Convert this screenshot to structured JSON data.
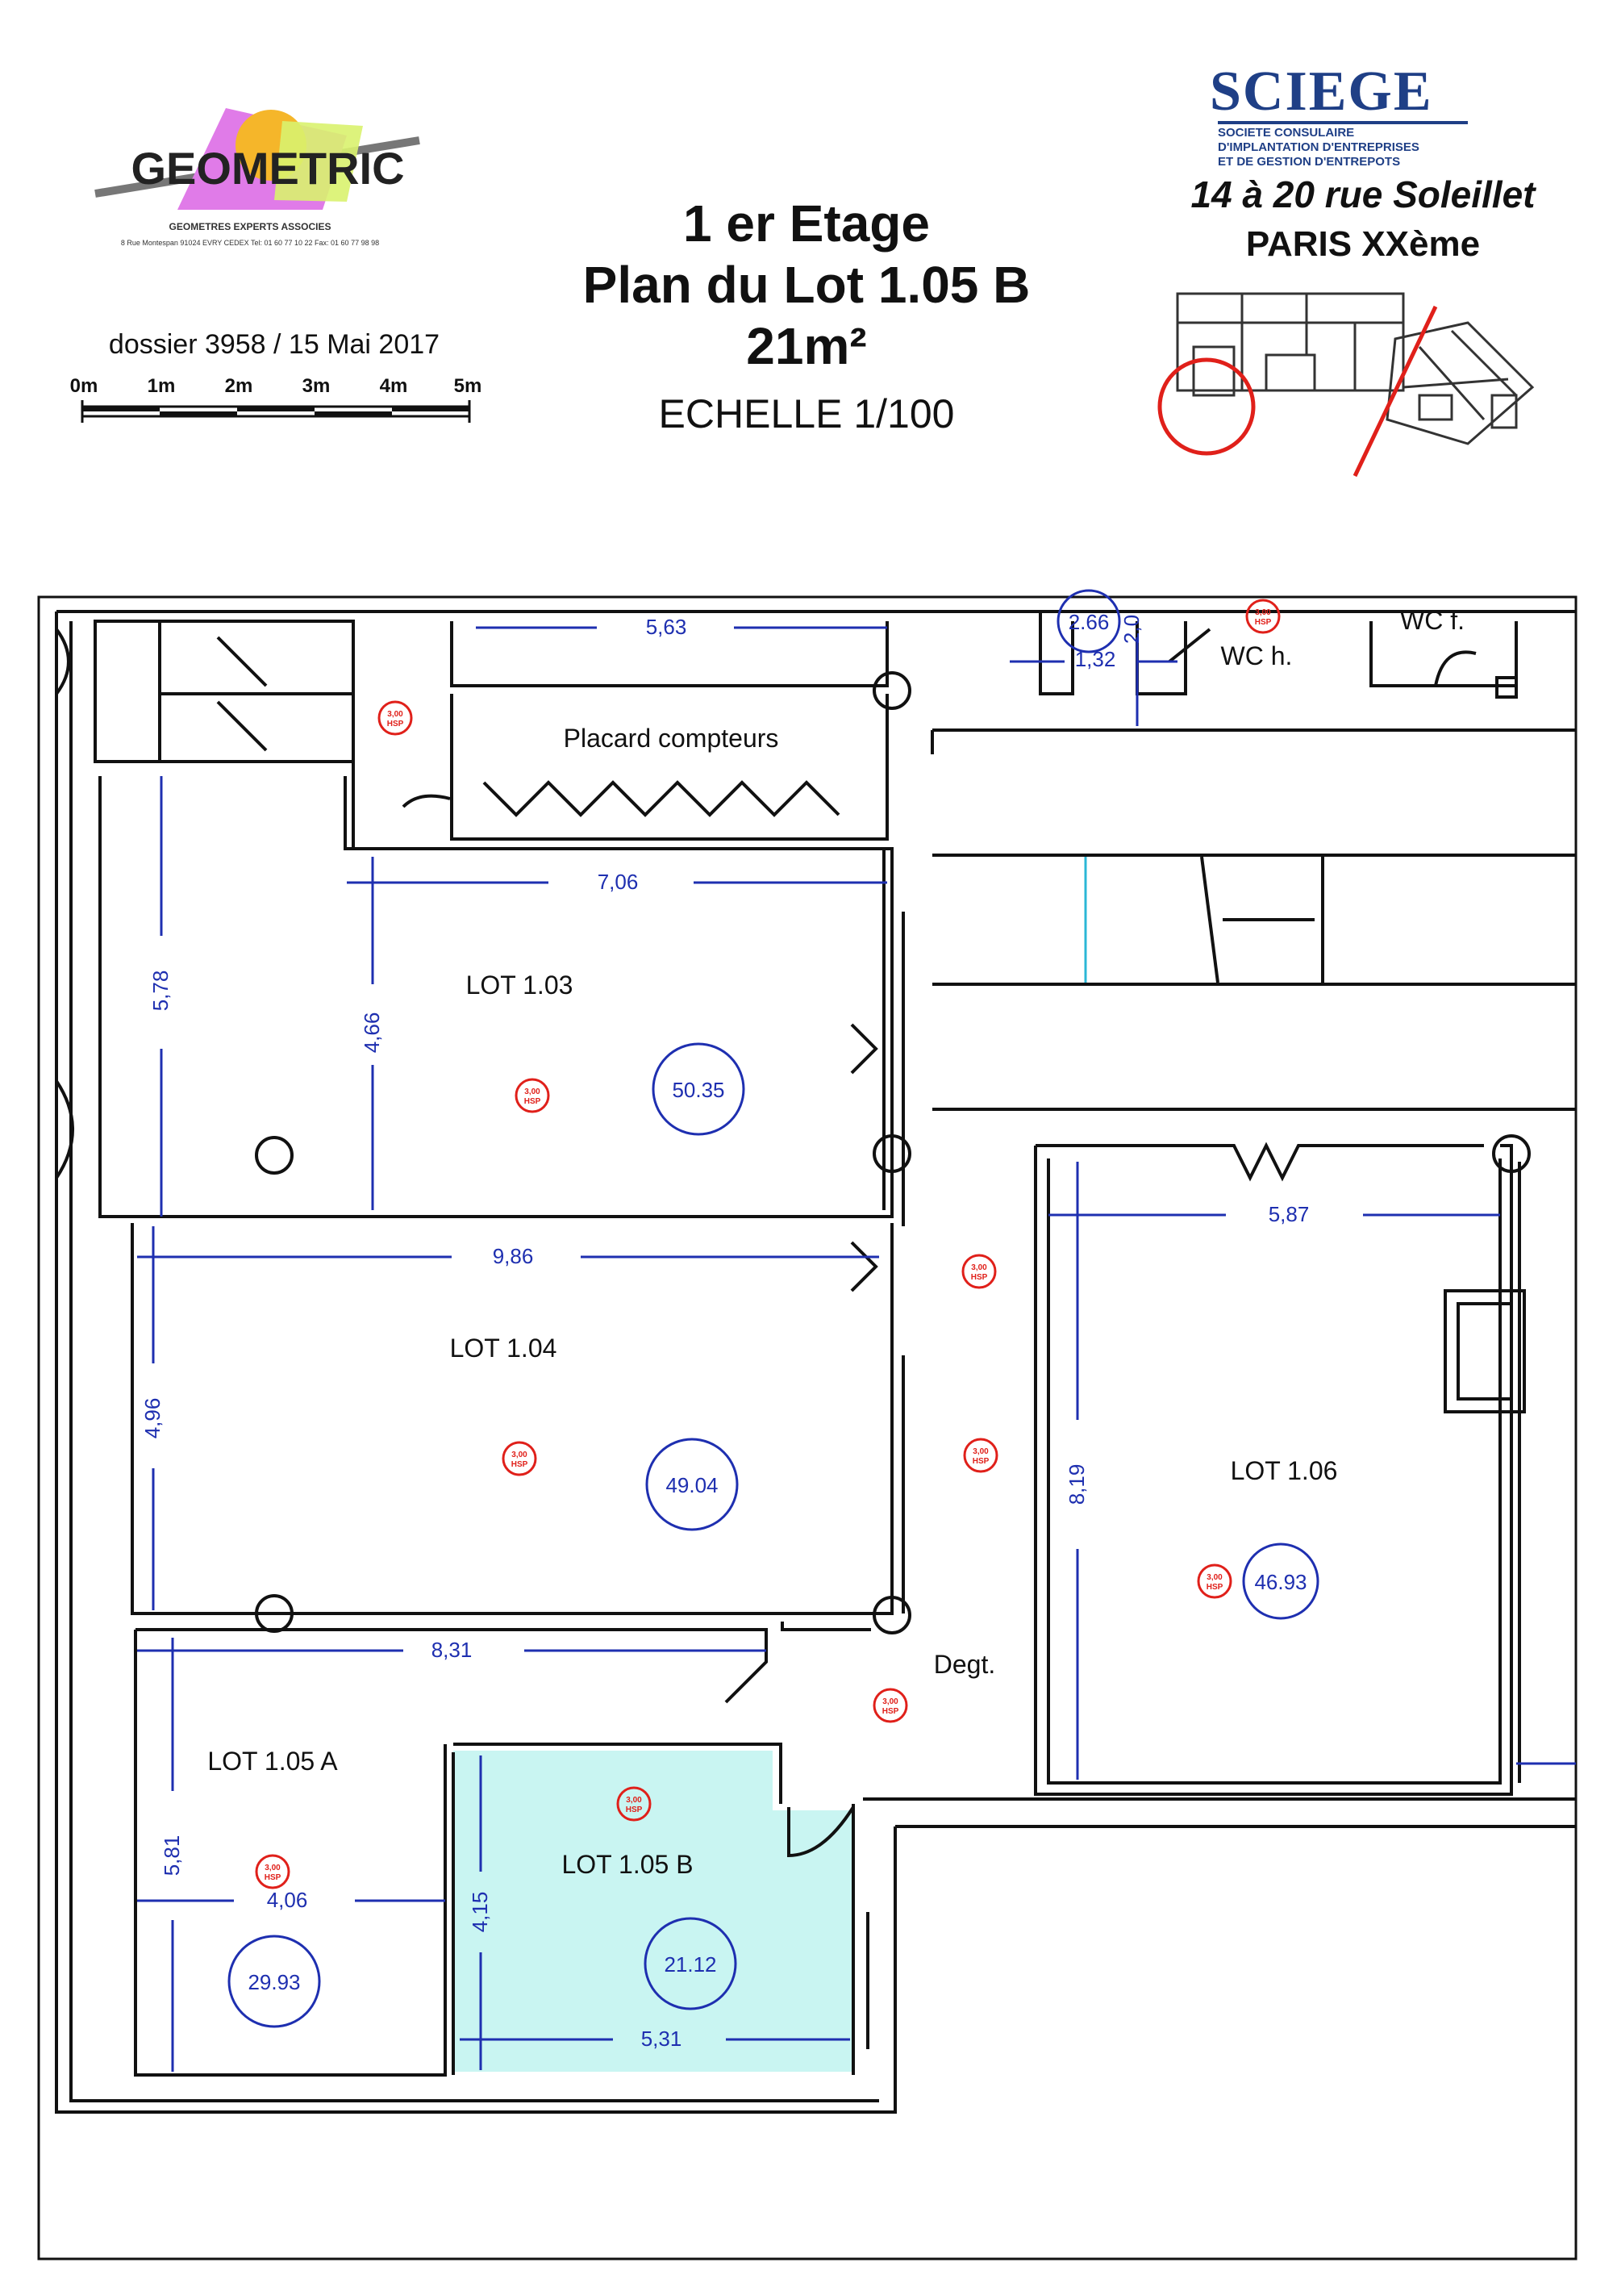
{
  "logo": {
    "name": "GEOMETRIC",
    "subtitle": "GEOMETRES EXPERTS ASSOCIES",
    "address": "8 Rue Montespan 91024 EVRY CEDEX  Tel: 01 60 77 10 22  Fax: 01 60 77 98 98"
  },
  "dossier": "dossier 3958 / 15 Mai 2017",
  "scale_bar": [
    "0m",
    "1m",
    "2m",
    "3m",
    "4m",
    "5m"
  ],
  "title": {
    "line1": "1 er Etage",
    "line2": "Plan du Lot 1.05 B",
    "line3": "21m²",
    "scale": "ECHELLE 1/100"
  },
  "client": {
    "name": "SCIEGE",
    "sub1": "SOCIETE CONSULAIRE",
    "sub2": "D'IMPLANTATION D'ENTREPRISES",
    "sub3": "ET DE GESTION D'ENTREPOTS",
    "address1": "14 à 20  rue Soleillet",
    "address2": "PARIS XXème"
  },
  "colors": {
    "dimension": "#1e2fb0",
    "height_marker": "#e0201a",
    "highlight_fill": "#c9f5f2",
    "wall": "#111111",
    "sciege_blue": "#1f3f86"
  },
  "rooms": {
    "placard": "Placard compteurs",
    "wc_h": "WC h.",
    "wc_f": "WC f.",
    "lot_103": "LOT 1.03",
    "lot_104": "LOT 1.04",
    "lot_105a": "LOT 1.05 A",
    "lot_105b": "LOT 1.05 B",
    "lot_106": "LOT 1.06",
    "degt": "Degt."
  },
  "areas": {
    "lot_103": "50.35",
    "lot_104": "49.04",
    "lot_105a": "29.93",
    "lot_105b": "21.12",
    "lot_106": "46.93",
    "wc": "2.66"
  },
  "dimensions": {
    "d563": "5,63",
    "d2": "2,0",
    "d132": "1,32",
    "d706": "7,06",
    "d578": "5,78",
    "d466": "4,66",
    "d986": "9,86",
    "d496": "4,96",
    "d831": "8,31",
    "d581": "5,81",
    "d406": "4,06",
    "d415": "4,15",
    "d531": "5,31",
    "d587": "5,87",
    "d819": "8,19"
  },
  "height_marker": {
    "top": "3,00",
    "bottom": "HSP"
  }
}
